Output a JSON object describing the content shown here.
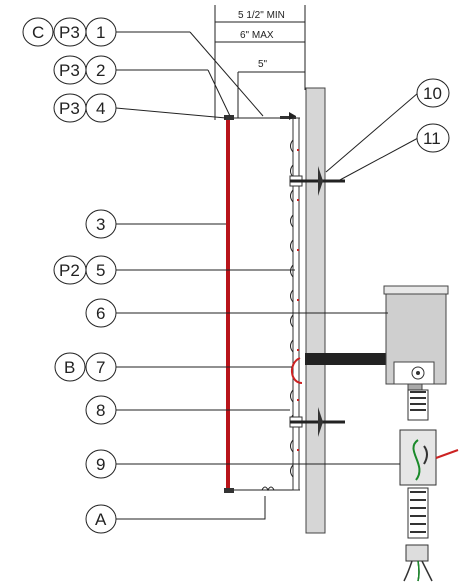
{
  "dimensions": {
    "min": "5 1/2\" MIN",
    "max": "6\" MAX",
    "gap": "5\""
  },
  "callouts": {
    "c": "C",
    "p3a": "P3",
    "n1": "1",
    "p3b": "P3",
    "n2": "2",
    "p3c": "P3",
    "n4": "4",
    "n3": "3",
    "p2": "P2",
    "n5": "5",
    "n6": "6",
    "b": "B",
    "n7": "7",
    "n8": "8",
    "n9": "9",
    "a": "A",
    "n10": "10",
    "n11": "11"
  },
  "colors": {
    "frame_red": "#b8141a",
    "wall_gray": "#d6d6d6",
    "wire_red": "#cc2222",
    "wire_green": "#1a8a2a"
  }
}
